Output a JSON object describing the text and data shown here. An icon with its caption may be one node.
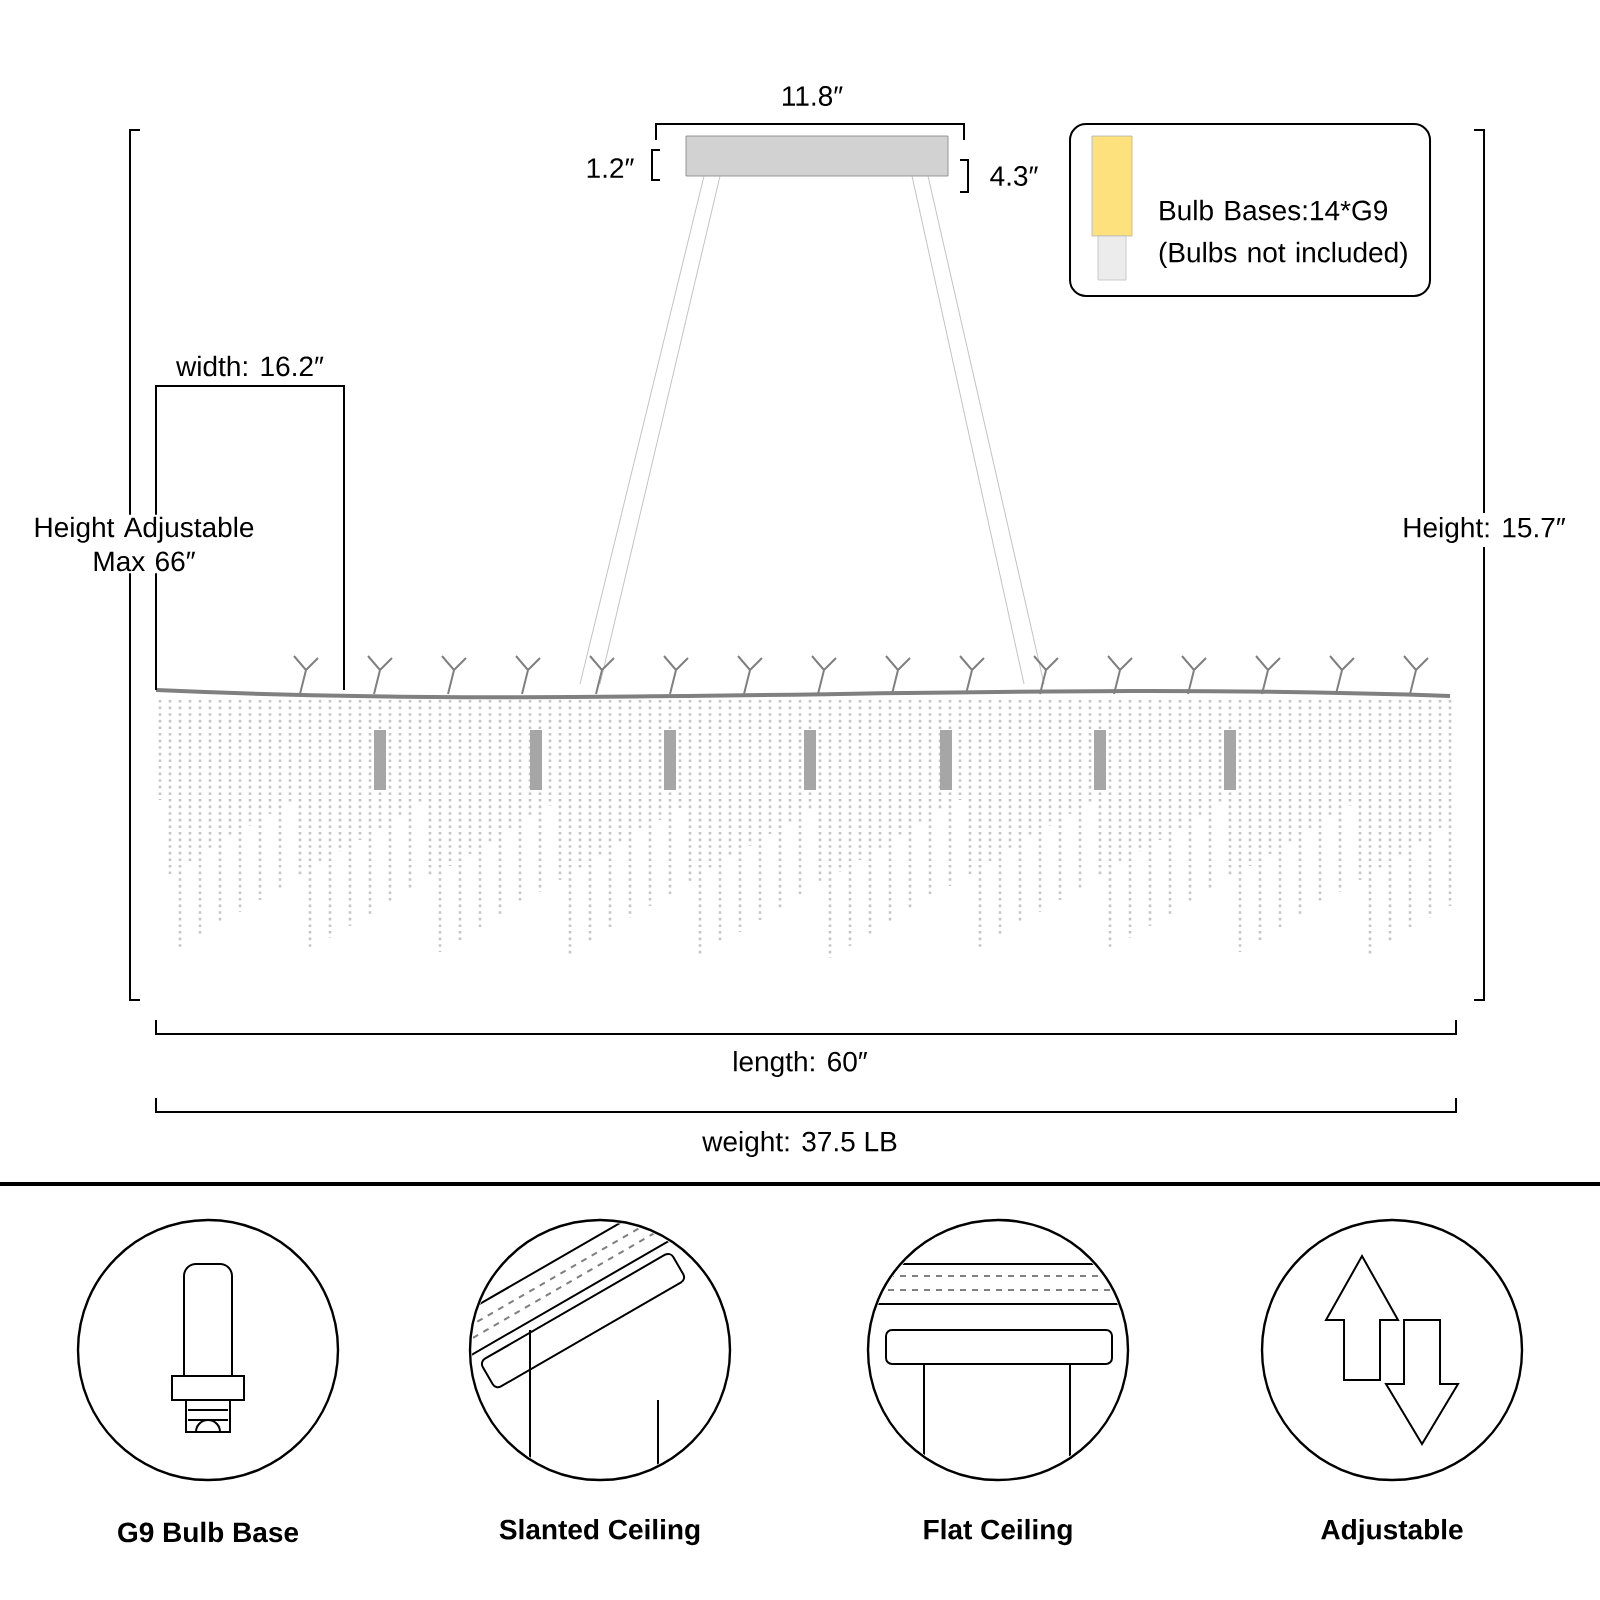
{
  "diagram": {
    "nodes": [
      {
        "text": [
          "Bulb Bases:14*G9",
          "(Bulbs not included)"
        ]
      },
      {
        "text": [],
        "shape": "circle",
        "beside": [
          "G9 Bulb Base"
        ]
      },
      {
        "text": [],
        "shape": "circle",
        "beside": [
          "Slanted Ceiling"
        ]
      },
      {
        "text": [],
        "shape": "circle",
        "beside": [
          "Flat Ceiling"
        ]
      },
      {
        "text": [],
        "shape": "circle",
        "beside": [
          "Adjustable"
        ]
      }
    ],
    "edges": [],
    "labels": [
      "11.8″",
      "1.2″",
      "4.3″",
      "width: 16.2″",
      "Height Adjustable Max 66″",
      "Height: 15.7″",
      "length: 60″",
      "weight: 37.5 LB"
    ]
  }
}
